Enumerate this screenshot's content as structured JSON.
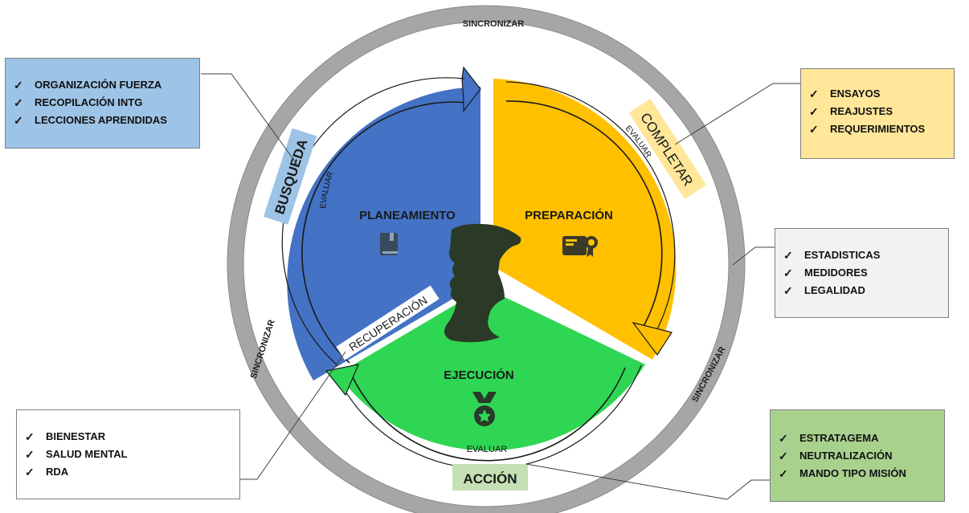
{
  "ring": {
    "label_top": "SINCRONIZAR",
    "label_left": "SINCRONIZAR",
    "label_right": "SINCRONIZAR",
    "color": "#a6a6a6"
  },
  "sectors": {
    "planeamiento": {
      "title": "PLANEAMIENTO",
      "color": "#4472c4",
      "icon": "book-icon"
    },
    "preparacion": {
      "title": "PREPARACIÓN",
      "color": "#ffc000",
      "icon": "certificate-icon"
    },
    "ejecucion": {
      "title": "EJECUCIÓN",
      "color": "#2fd653",
      "icon": "medal-icon"
    }
  },
  "arrows": {
    "evaluar_blue": "EVALUAR",
    "evaluar_yellow": "EVALUAR",
    "evaluar_green": "EVALUAR"
  },
  "phases": {
    "busqueda": {
      "label": "BUSQUEDA",
      "color": "#9dc3e6"
    },
    "completar": {
      "label": "COMPLETAR",
      "color": "#ffe699"
    },
    "recuperacion": {
      "label": "RECUPERACIÓN",
      "color": "#ffffff"
    },
    "accion": {
      "label": "ACCIÓN",
      "color": "#c5e0b4"
    }
  },
  "boxes": {
    "busqueda": {
      "items": [
        "ORGANIZACIÓN FUERZA",
        "RECOPILACIÓN INTG",
        "LECCIONES APRENDIDAS"
      ]
    },
    "completar": {
      "items": [
        "ENSAYOS",
        "REAJUSTES",
        "REQUERIMIENTOS"
      ]
    },
    "estadisticas": {
      "items": [
        "ESTADISTICAS",
        "MEDIDORES",
        "LEGALIDAD"
      ]
    },
    "recuperacion": {
      "items": [
        "BIENESTAR",
        "SALUD MENTAL",
        "RDA"
      ]
    },
    "accion": {
      "items": [
        "ESTRATAGEMA",
        "NEUTRALIZACIÓN",
        "MANDO TIPO MISIÓN"
      ]
    }
  },
  "check_glyph": "✓"
}
